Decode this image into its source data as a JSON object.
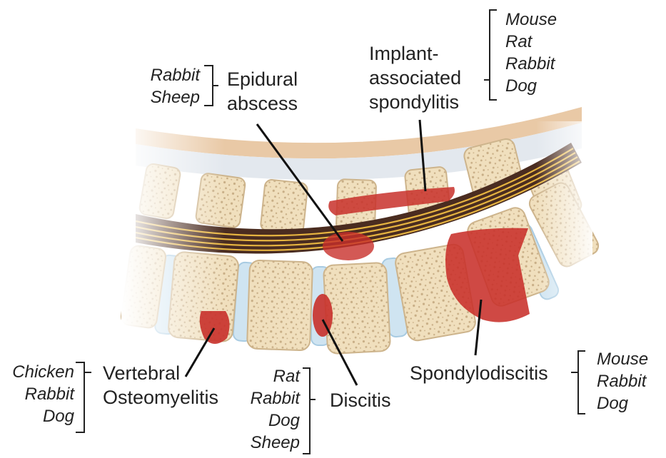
{
  "colors": {
    "bone_fill": "#f0dfbd",
    "bone_edge": "#cdb48c",
    "bone_speckle": "#c8ae86",
    "disc": "#cfe4f1",
    "disc_dark": "#a8cbe2",
    "cord_dark": "#4a2c20",
    "nerve": "#e6b440",
    "infection": "#c8302a",
    "skin": "#e9c9a6",
    "text": "#222222"
  },
  "labels": {
    "epidural": [
      "Epidural",
      "abscess"
    ],
    "implant": [
      "Implant-",
      "associated",
      "spondylitis"
    ],
    "vertebral": [
      "Vertebral",
      "Osteomyelitis"
    ],
    "discitis": [
      "Discitis"
    ],
    "spondylodiscitis": [
      "Spondylodiscitis"
    ]
  },
  "species": {
    "epidural": [
      "Rabbit",
      "Sheep"
    ],
    "implant": [
      "Mouse",
      "Rat",
      "Rabbit",
      "Dog"
    ],
    "vertebral": [
      "Chicken",
      "Rabbit",
      "Dog"
    ],
    "discitis": [
      "Rat",
      "Rabbit",
      "Dog",
      "Sheep"
    ],
    "spondylodiscitis": [
      "Mouse",
      "Rabbit",
      "Dog"
    ]
  }
}
